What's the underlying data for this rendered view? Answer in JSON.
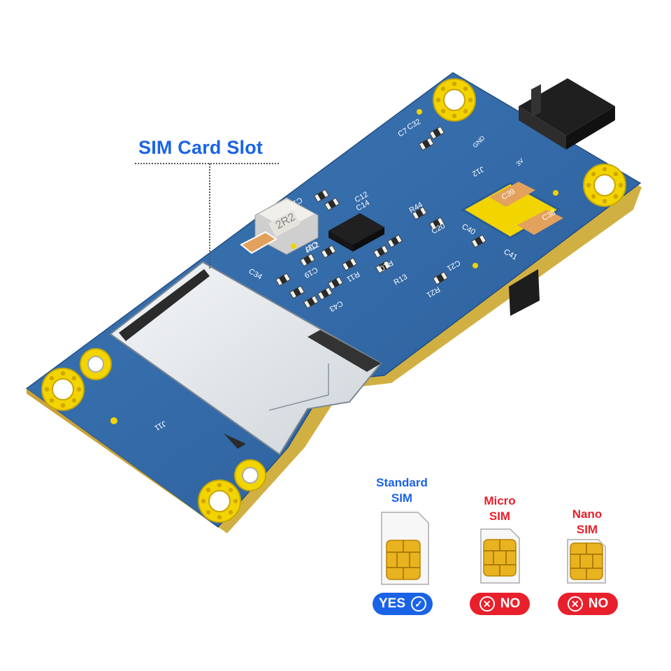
{
  "callout": {
    "label": "SIM Card Slot"
  },
  "board": {
    "silkscreen": [
      "C32",
      "C7",
      "C11",
      "C12",
      "C14",
      "C17",
      "C34",
      "R12",
      "R44",
      "C20",
      "C40",
      "C39",
      "C38",
      "C41",
      "C21",
      "R10",
      "R13",
      "R21",
      "C19",
      "C43",
      "R11",
      "J11",
      "J12",
      "GND",
      "3V",
      "2R2"
    ],
    "colors": {
      "pcb": "#2f66a6",
      "pcb_edge": "#d4b44a",
      "pad": "#f2d400",
      "slot": "#e9ecef"
    }
  },
  "sim_types": [
    {
      "name_line1": "Standard",
      "name_line2": "SIM",
      "status": "YES",
      "supported": true
    },
    {
      "name_line1": "Micro",
      "name_line2": "SIM",
      "status": "NO",
      "supported": false
    },
    {
      "name_line1": "Nano",
      "name_line2": "SIM",
      "status": "NO",
      "supported": false
    }
  ],
  "colors": {
    "blue": "#1a63e6",
    "red": "#e8202b"
  }
}
